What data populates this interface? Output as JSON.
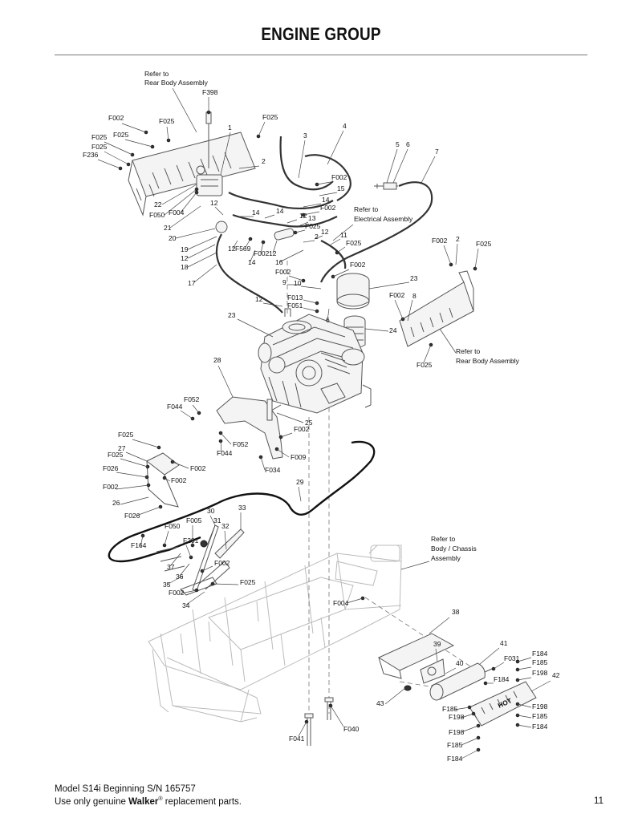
{
  "header": {
    "title": "ENGINE GROUP"
  },
  "diagram": {
    "callouts": [
      {
        "id": "refer-rear-body-top-1",
        "text": "Refer to"
      },
      {
        "id": "refer-rear-body-top-2",
        "text": "Rear Body Assembly"
      },
      {
        "id": "F398",
        "text": "F398"
      },
      {
        "id": "F002-a",
        "text": "F002"
      },
      {
        "id": "F025-a",
        "text": "F025"
      },
      {
        "id": "F025-b",
        "text": "F025"
      },
      {
        "id": "c1",
        "text": "1"
      },
      {
        "id": "F025-c",
        "text": "F025"
      },
      {
        "id": "F025-d",
        "text": "F025"
      },
      {
        "id": "F025-e",
        "text": "F025"
      },
      {
        "id": "F236",
        "text": "F236"
      },
      {
        "id": "c2-a",
        "text": "2"
      },
      {
        "id": "c3",
        "text": "3"
      },
      {
        "id": "c4",
        "text": "4"
      },
      {
        "id": "c5",
        "text": "5"
      },
      {
        "id": "c6",
        "text": "6"
      },
      {
        "id": "c7",
        "text": "7"
      },
      {
        "id": "c22",
        "text": "22"
      },
      {
        "id": "F050-a",
        "text": "F050"
      },
      {
        "id": "F004-a",
        "text": "F004"
      },
      {
        "id": "c21",
        "text": "21"
      },
      {
        "id": "c20",
        "text": "20"
      },
      {
        "id": "c12-a",
        "text": "12"
      },
      {
        "id": "F002-b",
        "text": "F002"
      },
      {
        "id": "c15",
        "text": "15"
      },
      {
        "id": "c14-a",
        "text": "14"
      },
      {
        "id": "F002-c",
        "text": "F002"
      },
      {
        "id": "c14-b",
        "text": "14"
      },
      {
        "id": "c14-c",
        "text": "14"
      },
      {
        "id": "c12-b",
        "text": "12"
      },
      {
        "id": "c13",
        "text": "13"
      },
      {
        "id": "F025-f",
        "text": "F025"
      },
      {
        "id": "refer-electrical-1",
        "text": "Refer to"
      },
      {
        "id": "refer-electrical-2",
        "text": "Electrical Assembly"
      },
      {
        "id": "c12-c",
        "text": "12"
      },
      {
        "id": "c2-b",
        "text": "2"
      },
      {
        "id": "c11",
        "text": "11"
      },
      {
        "id": "F025-g",
        "text": "F025"
      },
      {
        "id": "c19",
        "text": "19"
      },
      {
        "id": "c12-d",
        "text": "12"
      },
      {
        "id": "c18",
        "text": "18"
      },
      {
        "id": "c12-e",
        "text": "12"
      },
      {
        "id": "F569",
        "text": "F569"
      },
      {
        "id": "F002-d",
        "text": "F002"
      },
      {
        "id": "c12-f",
        "text": "12"
      },
      {
        "id": "c14-d",
        "text": "14"
      },
      {
        "id": "c16",
        "text": "16"
      },
      {
        "id": "c17",
        "text": "17"
      },
      {
        "id": "F002-e",
        "text": "F002"
      },
      {
        "id": "F002-f",
        "text": "F002"
      },
      {
        "id": "c9",
        "text": "9"
      },
      {
        "id": "c10",
        "text": "10"
      },
      {
        "id": "F002-g",
        "text": "F002"
      },
      {
        "id": "c2-c",
        "text": "2"
      },
      {
        "id": "F025-h",
        "text": "F025"
      },
      {
        "id": "c23-a",
        "text": "23"
      },
      {
        "id": "F002-h",
        "text": "F002"
      },
      {
        "id": "c8",
        "text": "8"
      },
      {
        "id": "c12-g",
        "text": "12"
      },
      {
        "id": "F013",
        "text": "F013"
      },
      {
        "id": "F051",
        "text": "F051"
      },
      {
        "id": "c6-b",
        "text": "6"
      },
      {
        "id": "c23-b",
        "text": "23"
      },
      {
        "id": "c24",
        "text": "24"
      },
      {
        "id": "refer-rear-body-right-1",
        "text": "Refer to"
      },
      {
        "id": "refer-rear-body-right-2",
        "text": "Rear Body Assembly"
      },
      {
        "id": "F025-i",
        "text": "F025"
      },
      {
        "id": "c28",
        "text": "28"
      },
      {
        "id": "F052-a",
        "text": "F052"
      },
      {
        "id": "F044-a",
        "text": "F044"
      },
      {
        "id": "c25",
        "text": "25"
      },
      {
        "id": "F002-i",
        "text": "F002"
      },
      {
        "id": "F025-j",
        "text": "F025"
      },
      {
        "id": "c27",
        "text": "27"
      },
      {
        "id": "F025-k",
        "text": "F025"
      },
      {
        "id": "F052-b",
        "text": "F052"
      },
      {
        "id": "F009",
        "text": "F009"
      },
      {
        "id": "F044-b",
        "text": "F044"
      },
      {
        "id": "F026-a",
        "text": "F026"
      },
      {
        "id": "F002-j",
        "text": "F002"
      },
      {
        "id": "F034",
        "text": "F034"
      },
      {
        "id": "F002-k",
        "text": "F002"
      },
      {
        "id": "F002-l",
        "text": "F002"
      },
      {
        "id": "c29",
        "text": "29"
      },
      {
        "id": "c26",
        "text": "26"
      },
      {
        "id": "F026-b",
        "text": "F026"
      },
      {
        "id": "c30",
        "text": "30"
      },
      {
        "id": "c33",
        "text": "33"
      },
      {
        "id": "F050-b",
        "text": "F050"
      },
      {
        "id": "F005",
        "text": "F005"
      },
      {
        "id": "c31",
        "text": "31"
      },
      {
        "id": "c32",
        "text": "32"
      },
      {
        "id": "F164",
        "text": "F164"
      },
      {
        "id": "F201",
        "text": "F201"
      },
      {
        "id": "refer-chassis-1",
        "text": "Refer to"
      },
      {
        "id": "refer-chassis-2",
        "text": "Body / Chassis"
      },
      {
        "id": "refer-chassis-3",
        "text": "Assembly"
      },
      {
        "id": "c37",
        "text": "37"
      },
      {
        "id": "F002-m",
        "text": "F002"
      },
      {
        "id": "c36",
        "text": "36"
      },
      {
        "id": "c35",
        "text": "35"
      },
      {
        "id": "F025-l",
        "text": "F025"
      },
      {
        "id": "F002-n",
        "text": "F002"
      },
      {
        "id": "c34",
        "text": "34"
      },
      {
        "id": "F004-b",
        "text": "F004"
      },
      {
        "id": "c38",
        "text": "38"
      },
      {
        "id": "c41",
        "text": "41"
      },
      {
        "id": "c39",
        "text": "39"
      },
      {
        "id": "F184-a",
        "text": "F184"
      },
      {
        "id": "F031",
        "text": "F031"
      },
      {
        "id": "F185-a",
        "text": "F185"
      },
      {
        "id": "c40",
        "text": "40"
      },
      {
        "id": "F198-a",
        "text": "F198"
      },
      {
        "id": "c42",
        "text": "42"
      },
      {
        "id": "F184-b",
        "text": "F184"
      },
      {
        "id": "c43",
        "text": "43"
      },
      {
        "id": "F185-b",
        "text": "F185"
      },
      {
        "id": "F198-b",
        "text": "F198"
      },
      {
        "id": "F198-c",
        "text": "F198"
      },
      {
        "id": "F185-c",
        "text": "F185"
      },
      {
        "id": "F184-c",
        "text": "F184"
      },
      {
        "id": "F198-d",
        "text": "F198"
      },
      {
        "id": "F185-d",
        "text": "F185"
      },
      {
        "id": "F184-d",
        "text": "F184"
      },
      {
        "id": "F041",
        "text": "F041"
      },
      {
        "id": "F040",
        "text": "F040"
      },
      {
        "id": "hot-label",
        "text": "HOT"
      }
    ]
  },
  "footer": {
    "model_line": "Model S14i Beginning S/N 165757",
    "use_prefix": "Use only genuine ",
    "brand": "Walker",
    "registered": "®",
    "use_suffix": " replacement parts.",
    "page_number": "11"
  }
}
